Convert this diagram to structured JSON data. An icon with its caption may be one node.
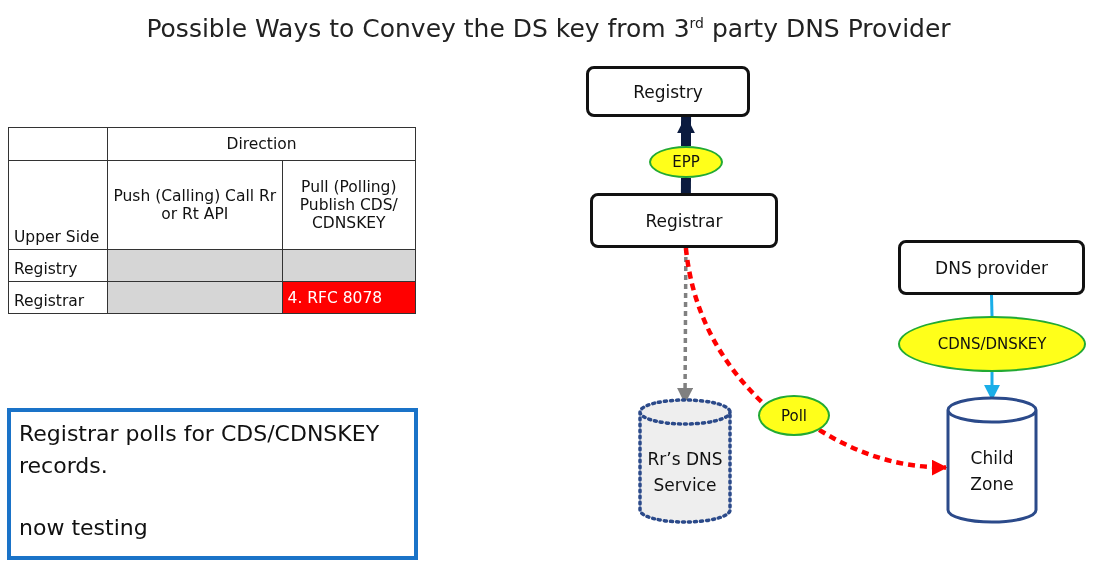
{
  "diagram": {
    "title": "Possible Ways to Convey the DS key from 3$^{rd}$ party DNS Provider",
    "nodes": [
      {
        "text": [
          "Registry"
        ]
      },
      {
        "text": [
          "EPP"
        ]
      },
      {
        "text": [
          "Registrar"
        ]
      },
      {
        "text": [
          "DNS provider"
        ]
      },
      {
        "text": [
          "CDNS/DNSKEY"
        ]
      },
      {
        "text": [
          "Rr’s DNS Service"
        ]
      },
      {
        "text": [
          "Poll"
        ]
      },
      {
        "text": [
          "Child Zone"
        ]
      },
      {
        "text": [
          "Registrar polls for CDS/CDNSKEY records.",
          "now testing"
        ]
      }
    ],
    "edges": [
      {
        "from": 2,
        "to": 1,
        "arrow": "none",
        "style": "thick",
        "color": "#0b1b3f"
      },
      {
        "from": 1,
        "to": 0,
        "arrow": "to",
        "style": "thick",
        "color": "#0b1b3f"
      },
      {
        "from": 2,
        "to": 5,
        "arrow": "to",
        "style": "dashed",
        "color": "#808080"
      },
      {
        "from": 2,
        "to": 6,
        "arrow": "none",
        "style": "dashed",
        "color": "#ff0000"
      },
      {
        "from": 6,
        "to": 7,
        "arrow": "to",
        "style": "dashed",
        "color": "#ff0000"
      },
      {
        "from": 3,
        "to": 4,
        "arrow": "none",
        "color": "#1aaee8"
      },
      {
        "from": 4,
        "to": 7,
        "arrow": "to",
        "color": "#1aaee8"
      }
    ],
    "labels": [
      "Direction",
      "Upper Side",
      "Push (Calling) Call Rr or Rt API",
      "Pull (Polling) Publish CDS/ CDNSKEY",
      "Registry",
      "Registrar",
      "4. RFC 8078"
    ]
  }
}
